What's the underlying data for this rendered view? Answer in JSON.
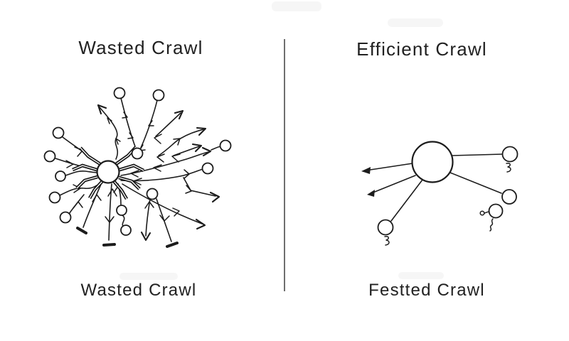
{
  "page": {
    "background": "#ffffff",
    "ink_color": "#1c1c1c",
    "divider_color": "#4a4a4a"
  },
  "left_panel": {
    "title": "Wasted Crawl",
    "caption": "Wasted Crawl"
  },
  "right_panel": {
    "title": "Efficient Crawl",
    "caption": "Festted Crawl"
  }
}
